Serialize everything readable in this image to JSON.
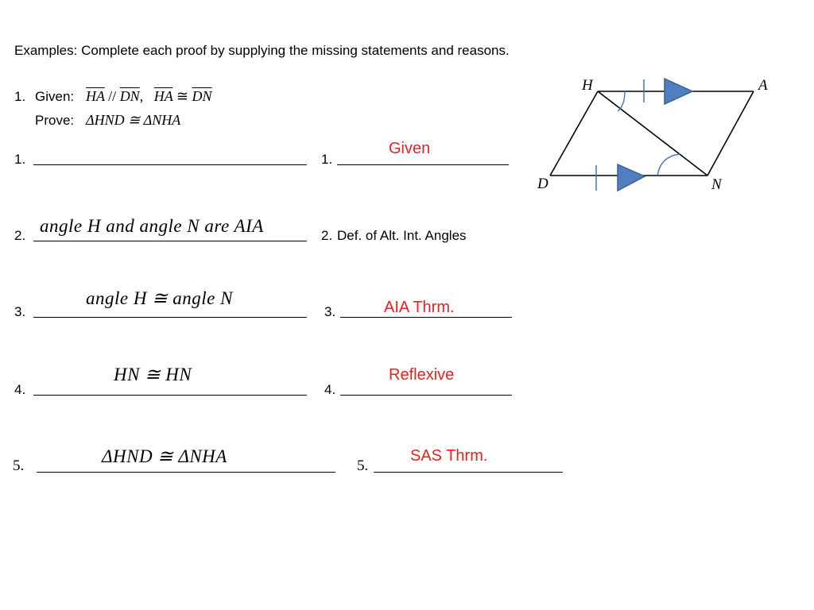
{
  "instructions": "Examples: Complete each proof by supplying the missing statements and reasons.",
  "problem": {
    "number": "1.",
    "given_label": "Given:",
    "given_parts": {
      "a1": "HA",
      "a_rel": "//",
      "a2": "DN",
      "sep": ",",
      "b1": "HA",
      "b_rel": "≅",
      "b2": "DN"
    },
    "prove_label": "Prove:",
    "prove_statement": "ΔHND ≅ ΔNHA"
  },
  "rows": [
    {
      "num": "1.",
      "statement": "",
      "reason_num": "1.",
      "reason_prefilled": "",
      "reason_answer": "Given"
    },
    {
      "num": "2.",
      "statement": "angle H and angle N are AIA",
      "reason_num": "2.",
      "reason_prefilled": "Def. of Alt. Int. Angles",
      "reason_answer": ""
    },
    {
      "num": "3.",
      "statement": "angle H ≅ angle N",
      "reason_num": "3.",
      "reason_prefilled": "",
      "reason_answer": "AIA Thrm."
    },
    {
      "num": "4.",
      "statement": "HN ≅ HN",
      "reason_num": "4.",
      "reason_prefilled": "",
      "reason_answer": "Reflexive"
    },
    {
      "num": "5.",
      "statement": "ΔHND ≅ ΔNHA",
      "reason_num": "5.",
      "reason_prefilled": "",
      "reason_answer": "SAS Thrm."
    }
  ],
  "figure": {
    "vertex_labels": {
      "H": "H",
      "A": "A",
      "D": "D",
      "N": "N"
    },
    "arrow_color": "#4f7fc0",
    "arrow_stroke": "#3a5f96",
    "mark_color": "#3f74c0"
  }
}
